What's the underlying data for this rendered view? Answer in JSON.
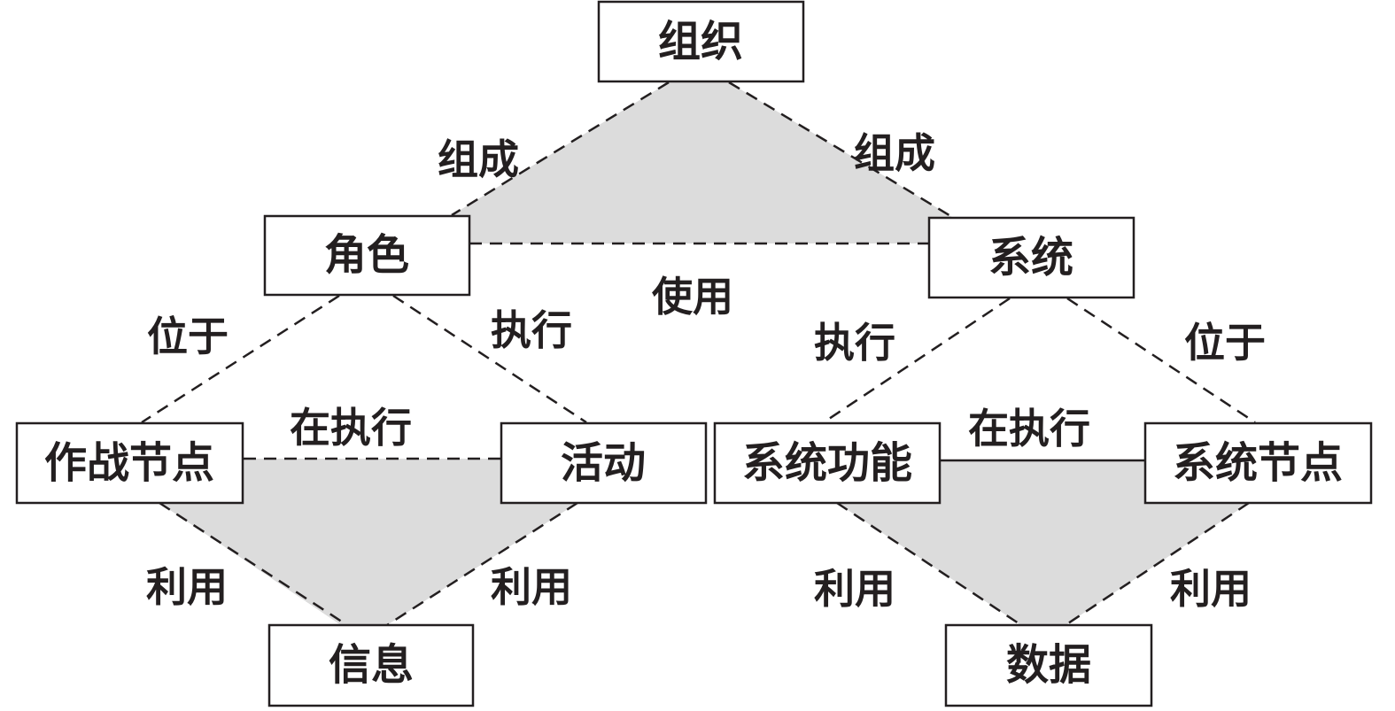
{
  "nodes": {
    "organization": "组织",
    "role": "角色",
    "system": "系统",
    "operational_node": "作战节点",
    "activity": "活动",
    "system_function": "系统功能",
    "system_node": "系统节点",
    "information": "信息",
    "data": "数据"
  },
  "edges": {
    "org_role": "组成",
    "org_system": "组成",
    "role_system": "使用",
    "role_operational_node": "位于",
    "role_activity": "执行",
    "operational_node_activity": "在执行",
    "operational_node_information": "利用",
    "activity_information": "利用",
    "system_system_function": "执行",
    "system_system_node": "位于",
    "system_function_system_node": "在执行",
    "system_function_data": "利用",
    "system_node_data": "利用"
  },
  "colors": {
    "line": "#231f20",
    "shade": "#dcdcdc",
    "box_fill": "#ffffff"
  }
}
